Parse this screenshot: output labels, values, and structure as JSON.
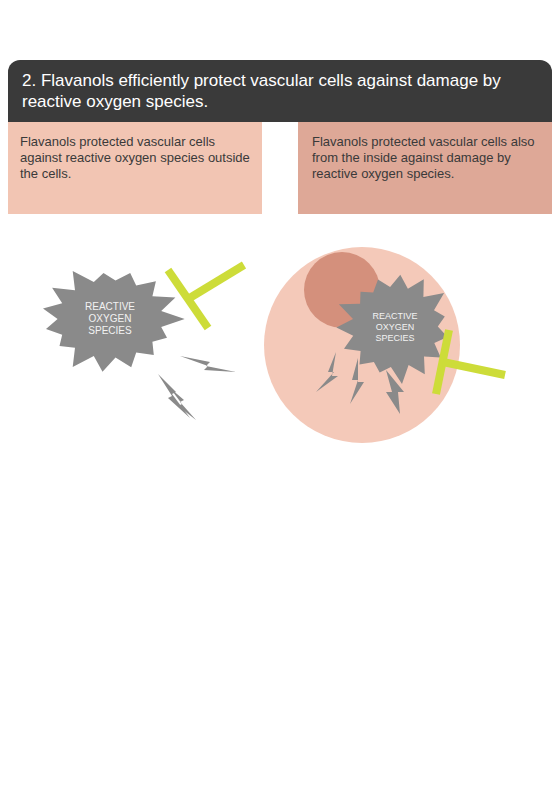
{
  "diagram": {
    "title": "2. Flavanols efficiently protect vascular cells against damage by reactive oxygen species.",
    "nodes": [
      {
        "text": [
          "Flavanols protected vascular cells against reactive oxygen species outside the cells."
        ]
      },
      {
        "text": [
          "Flavanols protected vascular cells also from the inside against damage by reactive oxygen species."
        ]
      },
      {
        "text": [
          "REACTIVE OXYGEN SPECIES"
        ]
      },
      {
        "text": [
          "REACTIVE OXYGEN SPECIES"
        ]
      }
    ]
  }
}
